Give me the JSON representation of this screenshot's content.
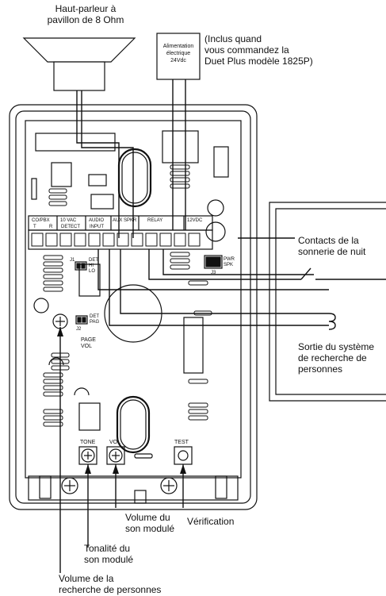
{
  "labels": {
    "speaker": [
      "Haut-parleur à",
      "pavillon de 8 Ohm"
    ],
    "power_box": [
      "Alimentation",
      "électrique",
      "24Vdc"
    ],
    "power_note": [
      "(Inclus quand",
      "vous commandez la",
      "Duet Plus modèle 1825P)"
    ],
    "night_bell": [
      "Contacts de la",
      "sonnerie de nuit"
    ],
    "paging_out": [
      "Sortie du système",
      "de recherche de",
      "personnes"
    ],
    "tone_vol": [
      "Volume du",
      "son modulé"
    ],
    "test": "Vérification",
    "tone": [
      "Tonalité du",
      "son modulé"
    ],
    "page_vol": [
      "Volume de la",
      "recherche de personnes"
    ]
  },
  "board": {
    "terminal_headers": [
      "CO/PBX",
      "10 VAC",
      "AUDIO",
      "AUX SPKR",
      "RELAY",
      "12VDC"
    ],
    "terminal_sub": [
      "T",
      "R",
      "DETECT",
      "INPUT"
    ],
    "j1": {
      "name": "J1",
      "options": [
        "DET",
        "HI",
        "LO"
      ]
    },
    "j2": {
      "name": "J2",
      "options": [
        "DET",
        "PAG"
      ]
    },
    "j3": {
      "name": "J3",
      "options": [
        "PWR",
        "SPK"
      ]
    },
    "page_vol": [
      "PAGE",
      "VOL"
    ],
    "buttons": [
      "TONE",
      "VOL",
      "TEST"
    ]
  }
}
